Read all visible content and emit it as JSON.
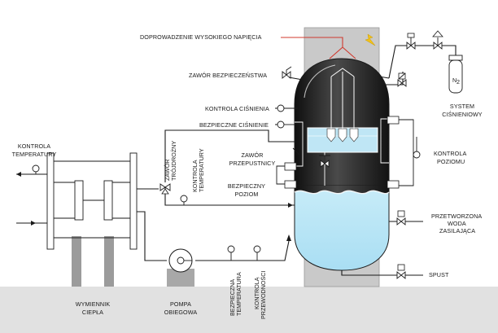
{
  "labels": {
    "hv_feed": "DOPROWADZENIE WYSOKIEGO NAPIĘCIA",
    "safety_valve": "ZAWÓR BEZPIECZEŃSTWA",
    "pressure_control": "KONTROLA CIŚNIENIA",
    "safe_pressure": "BEZPIECZNE CIŚNIENIE",
    "throttle_valve_1": "ZAWÓR",
    "throttle_valve_2": "PRZEPUSTNICY",
    "safe_level_1": "BEZPIECZNY",
    "safe_level_2": "POZIOM",
    "level_control_1": "KONTROLA",
    "level_control_2": "POZIOMU",
    "treated_water_1": "PRZETWORZONA",
    "treated_water_2": "WODA",
    "treated_water_3": "ZASILAJĄCA",
    "drain": "SPUST",
    "pressure_system_1": "SYSTEM",
    "pressure_system_2": "CIŚNIENIOWY",
    "n2": "N",
    "n2_sub": "2",
    "temp_control_1": "KONTROLA",
    "temp_control_2": "TEMPERATURY",
    "three_way_valve_1": "ZAWÓR",
    "three_way_valve_2": "TRÓJDROŻNY",
    "temp_control_v_1": "KONTROLA",
    "temp_control_v_2": "TEMPERATURY",
    "heat_exchanger_1": "WYMIENNIK",
    "heat_exchanger_2": "CIEPŁA",
    "circ_pump_1": "POMPA",
    "circ_pump_2": "OBIEGOWA",
    "safe_temp_1": "BEZPIECZNA",
    "safe_temp_2": "TEMPERATURA",
    "cond_control_1": "KONTROLA",
    "cond_control_2": "PRZEWODNOŚCI"
  },
  "colors": {
    "water": "#bfe6f5",
    "water_dark": "#8fd0ea",
    "vessel_top": "#2a2a2a",
    "housing": "#c9c9c9",
    "floor": "#e1e1e1",
    "exchanger_leg": "#9b9b9b",
    "hv_wire": "#d0392e",
    "lightning": "#f2c21a"
  }
}
